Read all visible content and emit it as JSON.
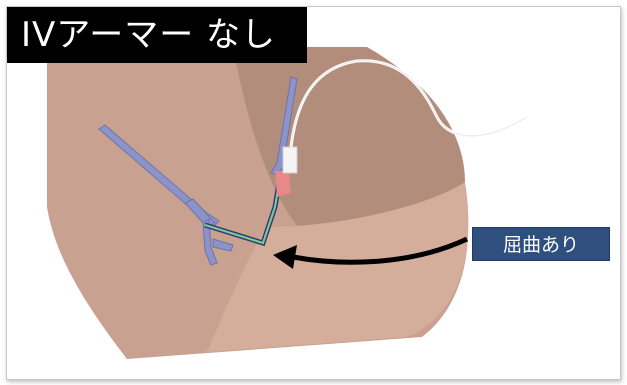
{
  "title": "IVアーマー なし",
  "callout": {
    "label": "屈曲あり"
  },
  "colors": {
    "skin_dark": "#c9a38f",
    "skin_light": "#d8b3a1",
    "vein": "#8c93c8",
    "vein_outline": "#6d73ad",
    "catheter_hub": "#e8888a",
    "tubing": "#ffffff",
    "arrow": "#000000",
    "title_bg": "#000000",
    "callout_bg": "#2f4f7f"
  },
  "icons": [
    "arm-illustration",
    "vein-illustration",
    "catheter-illustration",
    "arrow-icon"
  ]
}
